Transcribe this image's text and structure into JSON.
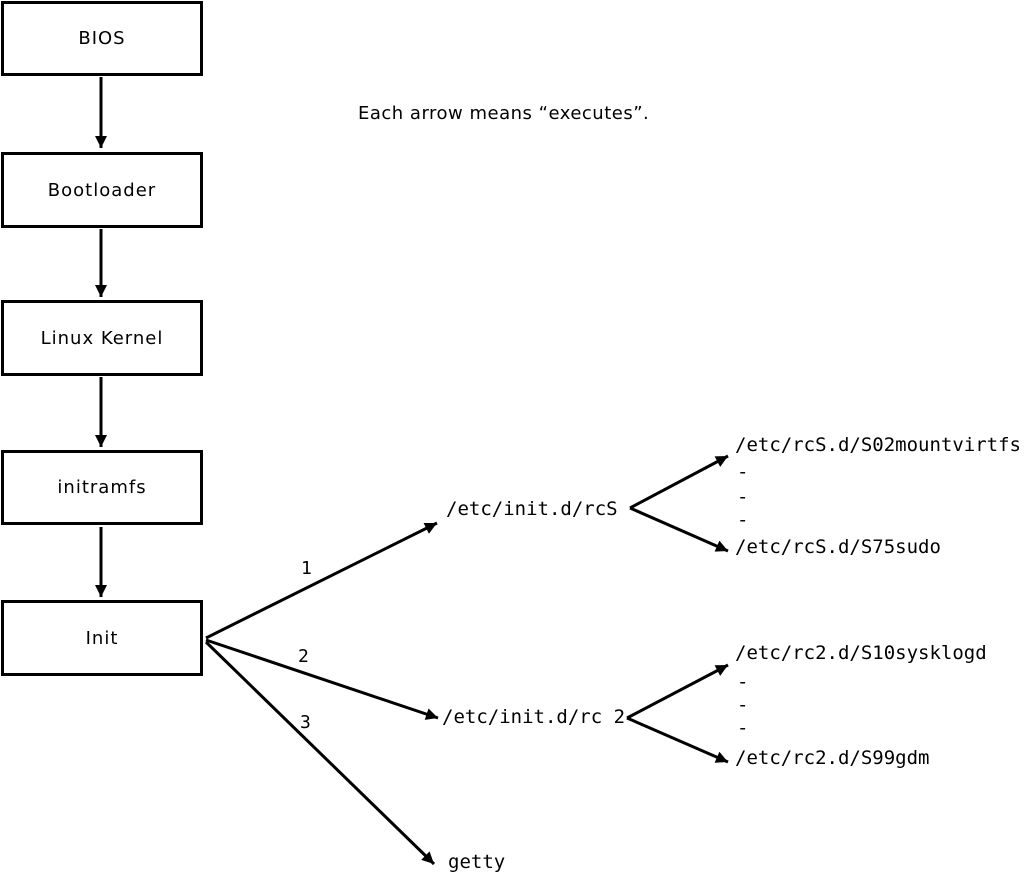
{
  "canvas": {
    "background": "#ffffff",
    "line_color": "#000000"
  },
  "caption": "Each arrow means “executes”.",
  "chain": [
    {
      "id": "bios",
      "label": "BIOS"
    },
    {
      "id": "bootloader",
      "label": "Bootloader"
    },
    {
      "id": "kernel",
      "label": "Linux Kernel"
    },
    {
      "id": "initramfs",
      "label": "initramfs"
    },
    {
      "id": "init",
      "label": "Init"
    }
  ],
  "branch_labels": [
    "1",
    "2",
    "3"
  ],
  "targets": {
    "rcS": "/etc/init.d/rcS",
    "rc2": "/etc/init.d/rc 2",
    "getty": "getty"
  },
  "rcS_children": {
    "first": "/etc/rcS.d/S02mountvirtfs",
    "dots": [
      "-",
      "-",
      "-"
    ],
    "last": "/etc/rcS.d/S75sudo"
  },
  "rc2_children": {
    "first": "/etc/rc2.d/S10sysklogd",
    "dots": [
      "-",
      "-",
      "-"
    ],
    "last": "/etc/rc2.d/S99gdm"
  }
}
